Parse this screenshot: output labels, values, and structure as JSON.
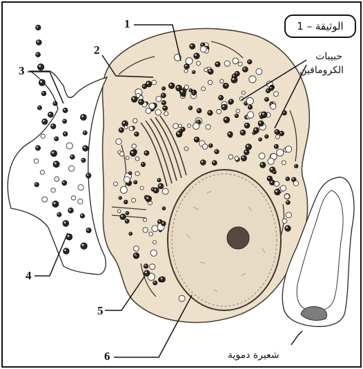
{
  "document_title": "الوثيقة – 1",
  "labels": {
    "l1": "1",
    "l2": "2",
    "l3": "3",
    "l4": "4",
    "l5": "5",
    "l6": "6"
  },
  "annotations": {
    "chromaffin_granules_line1": "حبيبات",
    "chromaffin_granules_line2": "الكرومافين",
    "capillary": "شعيرة دموية"
  },
  "colors": {
    "cytoplasm": "#ede1cc",
    "nucleus": "#e7dbc6",
    "granule_dark": "#2a2520",
    "nucleolus": "#554a42",
    "lines": "#111111",
    "blood_cell": "#7d7d7d"
  }
}
